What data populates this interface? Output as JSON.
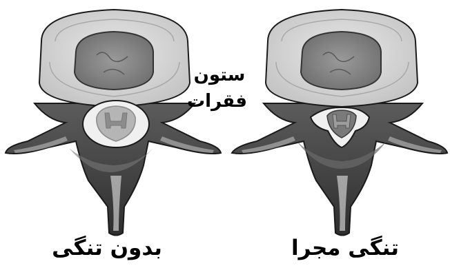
{
  "center_label": {
    "line1": "ستون",
    "line2": "فقرات"
  },
  "left_vertebra": {
    "caption": "بدون تنگی"
  },
  "right_vertebra": {
    "caption": "تنگی مجرا"
  },
  "colors": {
    "disc_outer": "#d9d9d9",
    "disc_inner": "#7f7f7f",
    "bone_dark": "#3f3f3f",
    "bone_mid": "#5a5a5a",
    "canal": "#f2f2f2",
    "cord": "#9a9a9a",
    "outline": "#1a1a1a"
  }
}
